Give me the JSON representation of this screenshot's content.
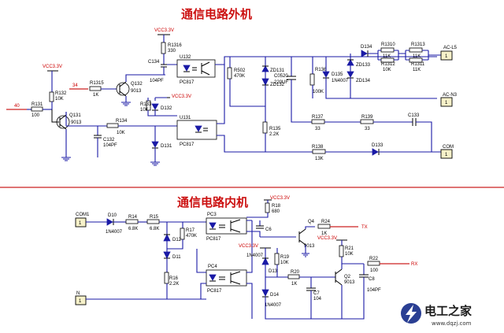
{
  "outer": {
    "title": "通信电路外机",
    "vcc_left": "VCC3.3V",
    "vcc_top": "VCC3.3V",
    "vcc_mid": "VCC3.3V",
    "pin40": "40",
    "pin34": "34",
    "r131": {
      "ref": "R131",
      "val": "100"
    },
    "r132": {
      "ref": "R132",
      "val": "10K"
    },
    "q131": {
      "ref": "Q131",
      "val": "9013"
    },
    "r1315": {
      "ref": "R1315",
      "val": "1K"
    },
    "q132": {
      "ref": "Q132",
      "val": "9013"
    },
    "r1316": {
      "ref": "R1316",
      "val": "330"
    },
    "c134": {
      "ref": "C134",
      "val": "104PF"
    },
    "u132": {
      "ref": "U132",
      "val": "PC817"
    },
    "r133": {
      "ref": "R133",
      "val": "10K"
    },
    "d132": {
      "ref": "D132"
    },
    "r134": {
      "ref": "R134",
      "val": "10K"
    },
    "c132": {
      "ref": "C132",
      "val": "104PF"
    },
    "u131": {
      "ref": "U131",
      "val": "PC817"
    },
    "d131": {
      "ref": "D131"
    },
    "r502": {
      "ref": "R502",
      "val": "470K"
    },
    "zd131": {
      "ref": "ZD131"
    },
    "zd132": {
      "ref": "ZD132"
    },
    "r135": {
      "ref": "R135",
      "val": "2.2K"
    },
    "c0520": {
      "ref": "C0520",
      "val": "220UF"
    },
    "r136": {
      "ref": "R136",
      "val": "100K"
    },
    "d135": {
      "ref": "D135",
      "val": "1N4007"
    },
    "d134": {
      "ref": "D134"
    },
    "zd133": {
      "ref": "ZD133"
    },
    "zd134": {
      "ref": "ZD134"
    },
    "r1310": {
      "ref": "R1310",
      "val": "11K"
    },
    "r1312": {
      "ref": "R1312",
      "val": "10K"
    },
    "r1313": {
      "ref": "R1313",
      "val": "11K"
    },
    "r1311": {
      "ref": "R1311",
      "val": "11K"
    },
    "ac_l5": "AC-L5",
    "ac_n3": "AC-N3",
    "r137": {
      "ref": "R137",
      "val": "33"
    },
    "r139": {
      "ref": "R139",
      "val": "33"
    },
    "c133": {
      "ref": "C133"
    },
    "r138": {
      "ref": "R138",
      "val": "13K"
    },
    "d133": {
      "ref": "D133"
    },
    "com": "COM",
    "pin1": "1"
  },
  "inner": {
    "title": "通信电路内机",
    "vcc_top": "VCC3.3V",
    "vcc_left": "VCC3.3V",
    "vcc_right": "VCC3.3V",
    "com1": "COM1",
    "n": "N",
    "d10": {
      "ref": "D10",
      "val": "1N4007"
    },
    "r14": {
      "ref": "R14",
      "val": "6.8K"
    },
    "r15": {
      "ref": "R15",
      "val": "6.8K"
    },
    "pc3": {
      "ref": "PC3",
      "val": "PC817"
    },
    "r17": {
      "ref": "R17",
      "val": "470K"
    },
    "d12": {
      "ref": "D12"
    },
    "d11": {
      "ref": "D11"
    },
    "r16": {
      "ref": "R16",
      "val": "2.2K"
    },
    "pc4": {
      "ref": "PC4",
      "val": "PC817"
    },
    "r18": {
      "ref": "R18",
      "val": "680"
    },
    "c6": {
      "ref": "C6"
    },
    "q4": {
      "ref": "Q4",
      "val": "9013"
    },
    "r24": {
      "ref": "R24",
      "val": "1K"
    },
    "tx": "TX",
    "d13": {
      "ref": "D13",
      "val": "1N4007"
    },
    "r19": {
      "ref": "R19",
      "val": "10K"
    },
    "r20": {
      "ref": "R20",
      "val": "1K"
    },
    "c7": {
      "ref": "C7",
      "val": "104"
    },
    "d14": {
      "ref": "D14",
      "val": "1N4007"
    },
    "q2": {
      "ref": "Q2",
      "val": "9013"
    },
    "r21": {
      "ref": "R21",
      "val": "10K"
    },
    "r22": {
      "ref": "R22",
      "val": "100"
    },
    "c8": {
      "ref": "C8",
      "val": "104PF"
    },
    "rx": "RX",
    "pin1": "1"
  },
  "watermark": {
    "name": "电工之家",
    "url": "www.dqzj.com"
  },
  "colors": {
    "title": "#cc1111",
    "wire": "#1a1aa6",
    "separator": "#cc2222",
    "connector": "#f6f1c9"
  }
}
